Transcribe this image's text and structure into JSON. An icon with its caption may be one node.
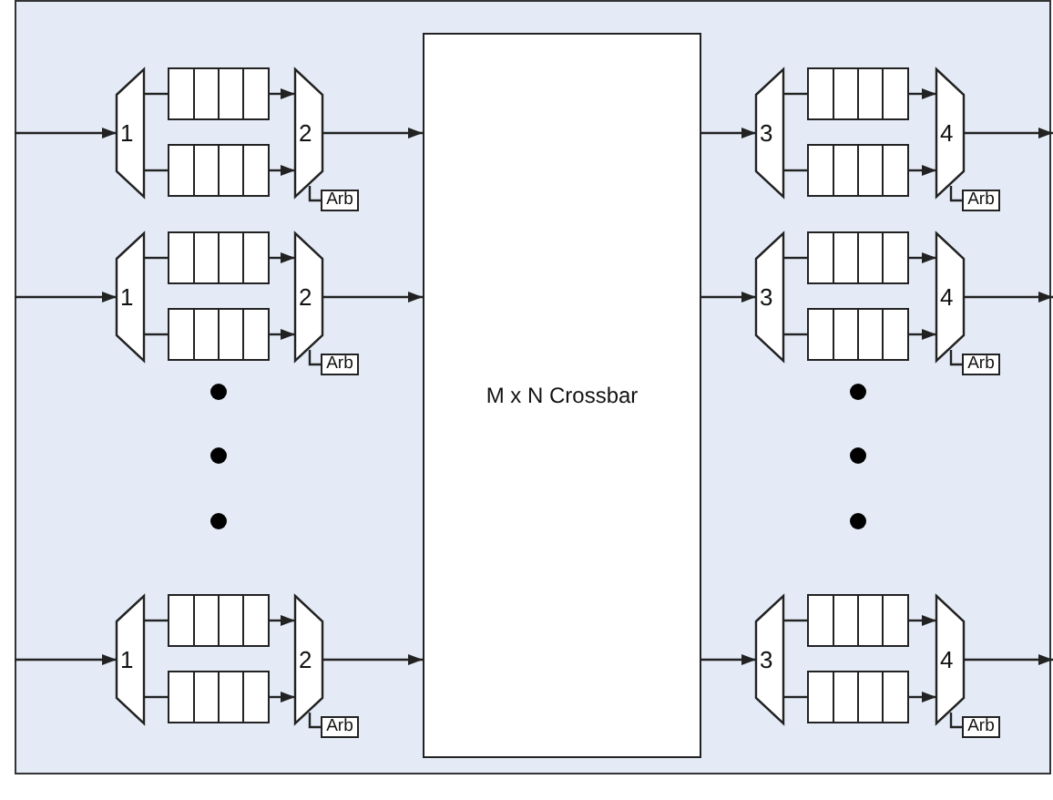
{
  "diagram": {
    "nodes": [
      {
        "text": [
          "M x N Crossbar"
        ]
      },
      {
        "text": [
          "1"
        ]
      },
      {
        "text": [],
        "shape": "queue"
      },
      {
        "text": [],
        "shape": "queue"
      },
      {
        "text": [
          "2"
        ]
      },
      {
        "text": [
          "Arb"
        ]
      },
      {
        "text": [
          "1"
        ]
      },
      {
        "text": [],
        "shape": "queue"
      },
      {
        "text": [],
        "shape": "queue"
      },
      {
        "text": [
          "2"
        ]
      },
      {
        "text": [
          "Arb"
        ]
      },
      {
        "text": [
          "1"
        ]
      },
      {
        "text": [],
        "shape": "queue"
      },
      {
        "text": [],
        "shape": "queue"
      },
      {
        "text": [
          "2"
        ]
      },
      {
        "text": [
          "Arb"
        ]
      },
      {
        "text": [
          "3"
        ]
      },
      {
        "text": [],
        "shape": "queue"
      },
      {
        "text": [],
        "shape": "queue"
      },
      {
        "text": [
          "4"
        ]
      },
      {
        "text": [
          "Arb"
        ]
      },
      {
        "text": [
          "3"
        ]
      },
      {
        "text": [],
        "shape": "queue"
      },
      {
        "text": [],
        "shape": "queue"
      },
      {
        "text": [
          "4"
        ]
      },
      {
        "text": [
          "Arb"
        ]
      },
      {
        "text": [
          "3"
        ]
      },
      {
        "text": [],
        "shape": "queue"
      },
      {
        "text": [],
        "shape": "queue"
      },
      {
        "text": [
          "4"
        ]
      },
      {
        "text": [
          "Arb"
        ]
      }
    ],
    "edges": [
      {
        "from": null,
        "to": 1,
        "arrow": "to"
      },
      {
        "from": 1,
        "to": 2,
        "arrow": "none"
      },
      {
        "from": 1,
        "to": 3,
        "arrow": "none"
      },
      {
        "from": 2,
        "to": 4,
        "arrow": "to"
      },
      {
        "from": 3,
        "to": 4,
        "arrow": "to"
      },
      {
        "from": 4,
        "to": 0,
        "arrow": "to"
      },
      {
        "from": 4,
        "to": 5,
        "arrow": "none"
      },
      {
        "from": null,
        "to": 6,
        "arrow": "to"
      },
      {
        "from": 6,
        "to": 7,
        "arrow": "none"
      },
      {
        "from": 6,
        "to": 8,
        "arrow": "none"
      },
      {
        "from": 7,
        "to": 9,
        "arrow": "to"
      },
      {
        "from": 8,
        "to": 9,
        "arrow": "to"
      },
      {
        "from": 9,
        "to": 0,
        "arrow": "to"
      },
      {
        "from": 9,
        "to": 10,
        "arrow": "none"
      },
      {
        "from": null,
        "to": 11,
        "arrow": "to"
      },
      {
        "from": 11,
        "to": 12,
        "arrow": "none"
      },
      {
        "from": 11,
        "to": 13,
        "arrow": "none"
      },
      {
        "from": 12,
        "to": 14,
        "arrow": "to"
      },
      {
        "from": 13,
        "to": 14,
        "arrow": "to"
      },
      {
        "from": 14,
        "to": 0,
        "arrow": "to"
      },
      {
        "from": 14,
        "to": 15,
        "arrow": "none"
      },
      {
        "from": 0,
        "to": 16,
        "arrow": "to"
      },
      {
        "from": 16,
        "to": 17,
        "arrow": "none"
      },
      {
        "from": 16,
        "to": 18,
        "arrow": "none"
      },
      {
        "from": 17,
        "to": 19,
        "arrow": "to"
      },
      {
        "from": 18,
        "to": 19,
        "arrow": "to"
      },
      {
        "from": 19,
        "to": null,
        "arrow": "to"
      },
      {
        "from": 19,
        "to": 20,
        "arrow": "none"
      },
      {
        "from": 0,
        "to": 21,
        "arrow": "to"
      },
      {
        "from": 21,
        "to": 22,
        "arrow": "none"
      },
      {
        "from": 21,
        "to": 23,
        "arrow": "none"
      },
      {
        "from": 22,
        "to": 24,
        "arrow": "to"
      },
      {
        "from": 23,
        "to": 24,
        "arrow": "to"
      },
      {
        "from": 24,
        "to": null,
        "arrow": "to"
      },
      {
        "from": 24,
        "to": 25,
        "arrow": "none"
      },
      {
        "from": 0,
        "to": 26,
        "arrow": "to"
      },
      {
        "from": 26,
        "to": 27,
        "arrow": "none"
      },
      {
        "from": 26,
        "to": 28,
        "arrow": "none"
      },
      {
        "from": 27,
        "to": 29,
        "arrow": "to"
      },
      {
        "from": 28,
        "to": 29,
        "arrow": "to"
      },
      {
        "from": 29,
        "to": null,
        "arrow": "to"
      },
      {
        "from": 29,
        "to": 30,
        "arrow": "none"
      }
    ]
  }
}
